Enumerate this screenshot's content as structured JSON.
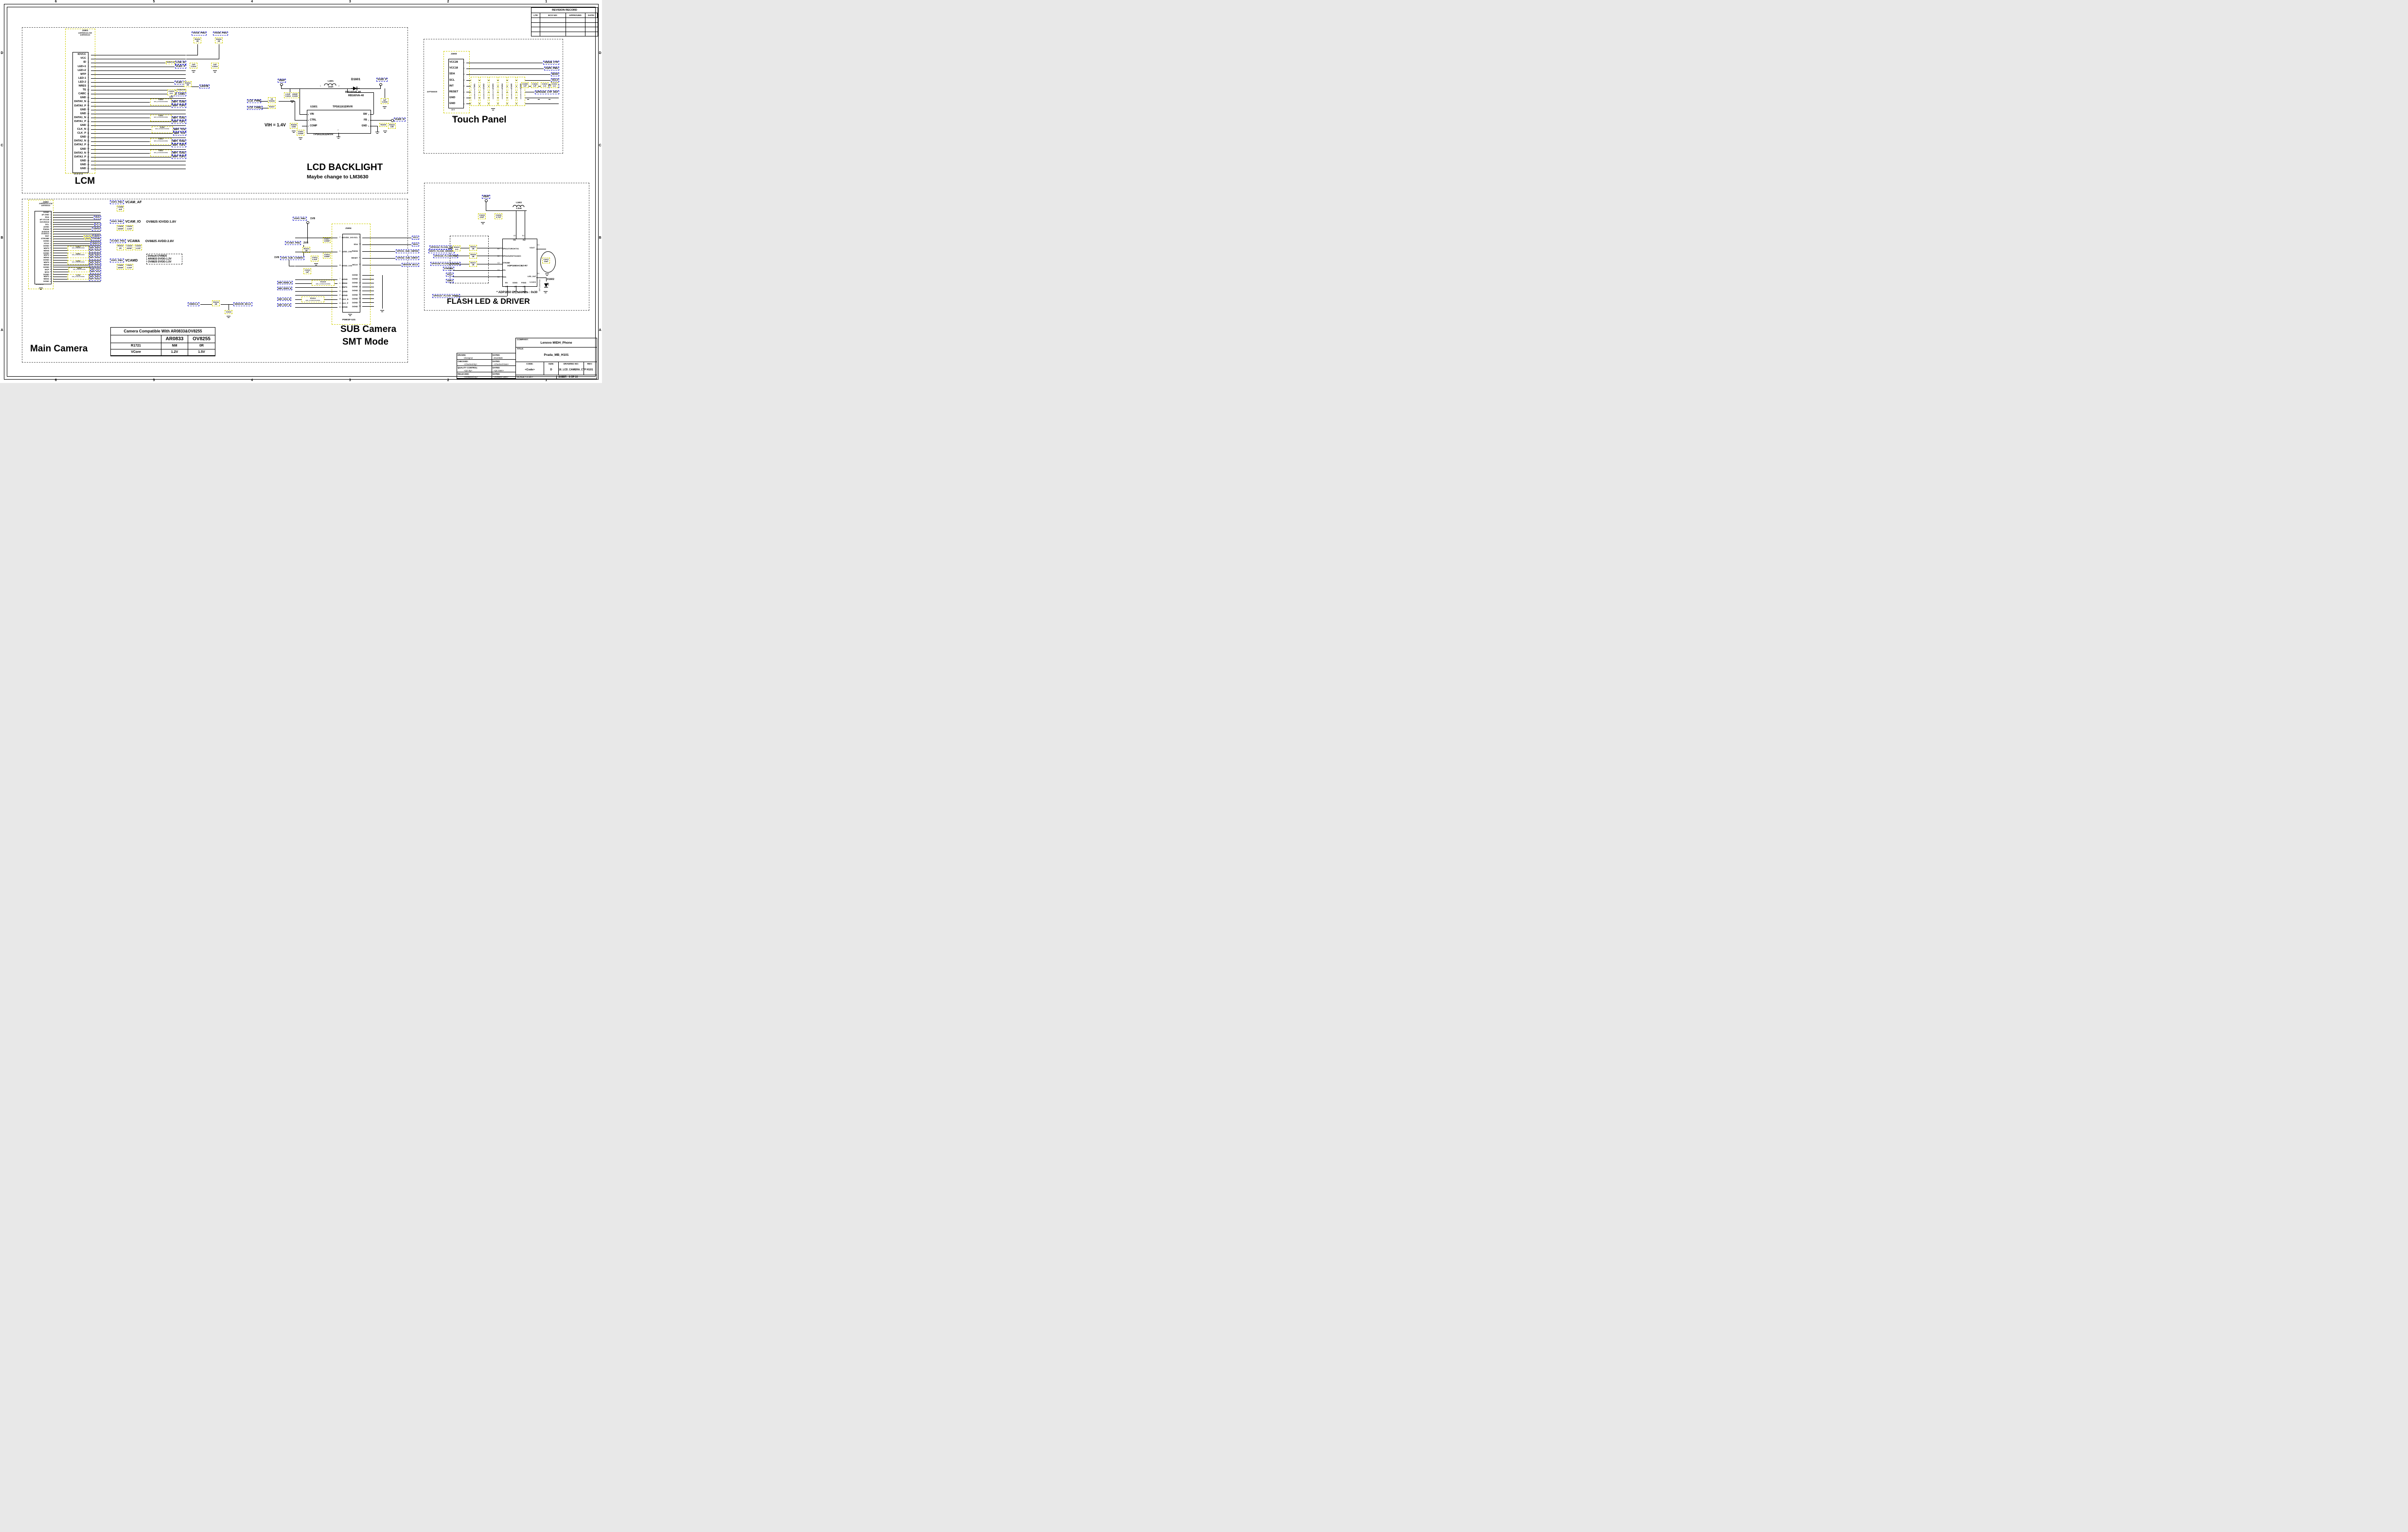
{
  "sheet": {
    "zones_top": [
      "6",
      "5",
      "4",
      "3",
      "2",
      "1"
    ],
    "zones_side": [
      "D",
      "C",
      "B",
      "A"
    ]
  },
  "revision": {
    "title": "REVISION RECORD",
    "columns": [
      "LTR",
      "ECO NO:",
      "APPROVED:",
      "DATE:"
    ],
    "empty_rows": [
      "",
      "",
      "",
      ""
    ]
  },
  "title_block": {
    "company_label": "COMPANY:",
    "company": "Lenovo MIDH_Phone",
    "title_label": "TITLE:",
    "title": "Prada_MB_H101",
    "rows": [
      {
        "label": "DRAWN:",
        "value": "Chenqm2",
        "dated_label": "DATED:",
        "date": "20120828"
      },
      {
        "label": "CHECKED:",
        "value": "<Checked By>",
        "dated_label": "DATED:",
        "date": "<Checked Date>"
      },
      {
        "label": "QUALITY CONTROL:",
        "value": "<QC By>",
        "dated_label": "DATED:",
        "date": "<QC Date>"
      },
      {
        "label": "RELEASED:",
        "value": "<Released By>",
        "dated_label": "DATED:",
        "date": "<Release Date>"
      }
    ],
    "code_label": "CODE:",
    "code": "<Code>",
    "size_label": "SIZE:",
    "size": "D",
    "drawing_label": "DRAWING NO:",
    "drawing": "16_LCD_CAMERA_CTP",
    "rev_label": "REV:",
    "rev": "H101",
    "scale_label": "SCALE:",
    "scale": "<Scale>",
    "sheet_label": "SHEET:",
    "sheet": "6 OF 10"
  },
  "lcm": {
    "title": "LCM",
    "ref": "J1601",
    "part": "AXE530124-CW",
    "part2": "AXE530124",
    "emi_part": "EMI_ACFE4A2G900E",
    "bottom_pins": "34 33 32 31",
    "pins": [
      {
        "n": "1",
        "name": "IOVCC"
      },
      {
        "n": "2",
        "name": "VCC"
      },
      {
        "n": "3",
        "name": "ID",
        "mid": "R1605 1K",
        "net": "LCM_ID"
      },
      {
        "n": "4",
        "name": "LED+1",
        "net": "VLED_P"
      },
      {
        "n": "5",
        "name": "LED+2"
      },
      {
        "n": "6",
        "name": "MTP"
      },
      {
        "n": "7",
        "name": "LED-1"
      },
      {
        "n": "8",
        "name": "LED-2",
        "net": "VLED_N"
      },
      {
        "n": "9",
        "name": "NRES"
      },
      {
        "n": "10",
        "name": "TE",
        "mid": "R1603 0R"
      },
      {
        "n": "11",
        "name": "CABC",
        "net": "LCD_CABC"
      },
      {
        "n": "12",
        "name": "GND"
      },
      {
        "n": "13",
        "name": "DATA0_N",
        "emi": "E1603",
        "net": "MIPI_TDN0"
      },
      {
        "n": "14",
        "name": "DATA0_P",
        "net": "MIPI_TDP0"
      },
      {
        "n": "15",
        "name": "GND"
      },
      {
        "n": "16",
        "name": "GND"
      },
      {
        "n": "17",
        "name": "DATA1_N",
        "emi": "E1601",
        "net": "MIPI_TDN1"
      },
      {
        "n": "18",
        "name": "DATA1_P",
        "net": "MIPI_TDP1"
      },
      {
        "n": "19",
        "name": "GND"
      },
      {
        "n": "20",
        "name": "CLK_N",
        "emi": "E1602",
        "net": "MIPI_TCN"
      },
      {
        "n": "21",
        "name": "CLK_P",
        "net": "MIPI_TCP"
      },
      {
        "n": "22",
        "name": "GND"
      },
      {
        "n": "23",
        "name": "DATA2_N",
        "emi": "E1610",
        "net": "MIPI_TDN2"
      },
      {
        "n": "24",
        "name": "DATA2_P",
        "net": "MIPI_TDP2"
      },
      {
        "n": "25",
        "name": "GND"
      },
      {
        "n": "26",
        "name": "DATA3_N",
        "emi": "E1611",
        "net": "MIPI_TDN3"
      },
      {
        "n": "27",
        "name": "DATA3_P",
        "net": "MIPI_TDP3"
      },
      {
        "n": "28",
        "name": "GND"
      },
      {
        "n": "29",
        "name": "GND"
      },
      {
        "n": "30",
        "name": "GND"
      }
    ],
    "vio18": "VIO18_PMU",
    "vio28": "VIO28_PMU",
    "r1602": "R1602",
    "r1602_val": "0R",
    "r1601": "R1601",
    "r1601_val": "0R",
    "c1601": "C1601",
    "c1601_val": "1UF",
    "c1602": "C1602",
    "c1602_val": "1UF",
    "c1603": "C1603",
    "c1603_val": "n.m",
    "r1604": "R1604",
    "r1604_val": "0R",
    "lrstb": "LRSTB"
  },
  "backlight": {
    "title": "LCD BACKLIGHT",
    "subtitle": "Maybe  change to LM3630",
    "vbat": "VBAT",
    "vled_p": "VLED_P",
    "vled_n": "VLED_N",
    "c1604": "C1604",
    "c1604_val": "2.2UF",
    "c1605": "C1605",
    "c1605_val": "100NF",
    "l1601": "L1601",
    "l1601_val": "22uH",
    "l1601_p1": "1",
    "l1601_p2": "2",
    "d1601": "D1601",
    "d1601_part": "RB160VA-40",
    "c1606": "C1606",
    "c1606_val": "1uF",
    "u1601": "U1601",
    "u1601_part": "TPS61161DRVR",
    "u1601_pad": "7",
    "pins_left": [
      {
        "num": "6",
        "name": "VIN"
      },
      {
        "num": "5",
        "name": "CTRL"
      },
      {
        "num": "2",
        "name": "COMP"
      }
    ],
    "pins_right": [
      {
        "name": "SW",
        "num": "4"
      },
      {
        "name": "FB",
        "num": "1"
      },
      {
        "name": "GND",
        "num": "3"
      }
    ],
    "lcd_pwm": "LCD_PWM",
    "lcd_cabc": "LCD_CABC",
    "r1606": "R1606",
    "r1606_val": "1K",
    "r1607": "R1607",
    "r1608": "R1608",
    "r1608_val": "100K",
    "vih": "VIH = 1.4V",
    "c1607": "C1607",
    "c1607_val": "220NF",
    "r1609": "R1609",
    "r1622": "R1622",
    "r1622_val": "10R"
  },
  "touch": {
    "title": "Touch Panel",
    "ref": "J1603",
    "part": "AYF530835",
    "bottom_pins": "10  9",
    "pins": [
      {
        "n": "1",
        "name": "VCC28",
        "net": "VDD28_CTP"
      },
      {
        "n": "2",
        "name": "VCC18",
        "net": "VGP6_PMU"
      },
      {
        "n": "3",
        "name": "SDA",
        "net": "SDA0"
      },
      {
        "n": "4",
        "name": "SCL",
        "net": "SCL0"
      },
      {
        "n": "5",
        "name": "INT",
        "net": "EINT5_CTP"
      },
      {
        "n": "6",
        "name": "RESET",
        "net": "GPIO140_CTP_RST"
      },
      {
        "n": "7",
        "name": "GND"
      },
      {
        "n": "8",
        "name": "GND"
      }
    ],
    "esd": [
      {
        "ref": "T1601",
        "part": "ESD9B5.0ST5G"
      },
      {
        "ref": "E1602",
        "part": "ESD9B5.0ST5G"
      },
      {
        "ref": "E1603",
        "part": "ESD9B5.0ST5G"
      },
      {
        "ref": "E1604",
        "part": "ESD9B5.0ST5G"
      },
      {
        "ref": "E1605",
        "part": "ESD9B5.0ST5G"
      },
      {
        "ref": "E1606",
        "part": "ESD9B5.0ST5G"
      }
    ],
    "caps": [
      {
        "ref": "C1609",
        "val": "1uF"
      },
      {
        "ref": "C1624",
        "val": "1uF"
      },
      {
        "ref": "C1610",
        "val": "n.m"
      },
      {
        "ref": "C1611",
        "val": "n.m"
      }
    ]
  },
  "flash": {
    "title": "FLASH LED & DRIVER",
    "note": "* ADP1650 I2C address :  0x30",
    "vbat": "VBAT",
    "c1623": "C1623",
    "c1623_val": "22UF",
    "c1625": "C1625",
    "c1625_val": "4.7UF",
    "l1602": "L1602",
    "l1602_val": "2.2uH",
    "u1602": "U1602",
    "u1602_part": "ADP1650ACBZ-R7",
    "pad_a3": "A3",
    "pad_b1": "B1",
    "pin_vin": "VIN",
    "pin_sw": "SW",
    "left_pins": [
      {
        "pad": "B3",
        "name": "GPIO1/TORCH/TX1"
      },
      {
        "pad": "B2",
        "name": "GPIO2/ILED/TX2/ADC"
      },
      {
        "pad": "C2",
        "name": "STROBE"
      },
      {
        "pad": "D3",
        "name": "SCL"
      },
      {
        "pad": "D2",
        "name": "SDA"
      }
    ],
    "pin_vout": "VOUT",
    "pad_c1": "C1",
    "pin_ledout": "LED_OUT",
    "pad_d1": "D1",
    "pin_en": "EN",
    "pad_c3": "C3",
    "pin_sgnd": "SGND",
    "pad_a2": "A2",
    "pin_pgnd": "PGND",
    "pad_a1": "A1",
    "inputs": [
      "GPIO134_FLASH_TX1",
      "EINT0_FLASH_DRIVER",
      "GPIO135_FLASH_TX2",
      "GPIO136_FLASH_STROBE",
      "STROBE",
      "SCL3",
      "SDA3",
      "GPIO137_FLASH_HWEN"
    ],
    "r1615": "R1615",
    "r1615_val": "n.m",
    "r1614": "R1614",
    "r1614_val": "0R",
    "r1616": "R1616",
    "r1616_val": "0R",
    "r1617": "R1617",
    "r1617_val": "0R",
    "c1627": "C1627",
    "c1627_val": "10uF",
    "d1602": "D1602",
    "d1602_part": "EHP-C04/NT01A"
  },
  "main_cam": {
    "title": "Main Camera",
    "ref": "J1602",
    "part": "AXE530124-CCW",
    "part2": "AXE530124",
    "emi_part": "EMI_ACFE4A2G900E",
    "bottom_pins": "34 33 32 31",
    "pins": [
      {
        "n": "1",
        "name": "DGND"
      },
      {
        "n": "2",
        "name": "AF-GND"
      },
      {
        "n": "3",
        "name": "SDA",
        "net": "SDA1"
      },
      {
        "n": "4",
        "name": "AF-VCC28"
      },
      {
        "n": "5",
        "name": "DOVDD18"
      },
      {
        "n": "6",
        "name": "SCL",
        "net": "SCL1"
      },
      {
        "n": "7",
        "name": "AGND"
      },
      {
        "n": "8",
        "name": "PWDN",
        "net": "CMPDN"
      },
      {
        "n": "9",
        "name": "AVDD28"
      },
      {
        "n": "10",
        "name": "DVDD12"
      },
      {
        "n": "11",
        "name": "RST",
        "mid": "R1613 0R",
        "net": "CMRST"
      },
      {
        "n": "12",
        "name": "STROBE",
        "mid": "R1611",
        "net": "STROBE"
      },
      {
        "n": "13",
        "name": "DGND"
      },
      {
        "n": "14",
        "name": "XCLK",
        "net": "CMMCLK"
      },
      {
        "n": "15",
        "name": "DGND"
      },
      {
        "n": "16",
        "name": "MDP3",
        "emi": "E1613",
        "net": "MIPI_RDP3"
      },
      {
        "n": "17",
        "name": "MDN3",
        "net": "MIPI_RDN3"
      },
      {
        "n": "18",
        "name": "DGND"
      },
      {
        "n": "19",
        "name": "MDP2",
        "emi": "E1612",
        "net": "MIPI_RDP2"
      },
      {
        "n": "20",
        "name": "MDN2",
        "net": "MIPI_RDN2"
      },
      {
        "n": "21",
        "name": "DGND"
      },
      {
        "n": "22",
        "name": "MDP0",
        "emi": "E1605",
        "net": "MIPI_RDP0"
      },
      {
        "n": "23",
        "name": "MDN0",
        "net": "MIPI_RDN0"
      },
      {
        "n": "24",
        "name": "DGND"
      },
      {
        "n": "25",
        "name": "MCP",
        "emi": "E1606",
        "net": "MIPI_RCP"
      },
      {
        "n": "26",
        "name": "MCN",
        "net": "MIPI_RCN"
      },
      {
        "n": "27",
        "name": "DGND"
      },
      {
        "n": "28",
        "name": "MDP1",
        "emi": "E1608",
        "net": "MIPI_RDP1"
      },
      {
        "n": "29",
        "name": "MDN1",
        "net": "MIPI_RDN1"
      },
      {
        "n": "30",
        "name": "DGND"
      }
    ],
    "rails": [
      {
        "net": "VGP3_PMU",
        "name": "VCAM_AF",
        "cap1_ref": "C1608",
        "cap1_val": "1UF"
      },
      {
        "net": "VGP2_PMU",
        "name": "VCAM_IO",
        "note": "OV8825 IOVDD:1.8V",
        "cap1_ref": "C1615",
        "cap1_val": "100NF",
        "cap2_ref": "C1616",
        "cap2_val": "2.2UF"
      },
      {
        "net": "VCAMA_PMU",
        "name": "VCAMA",
        "note": "OV8825 AVDD:2.8V",
        "res_ref": "R1612",
        "res_val": "0R",
        "cap1_ref": "C1618",
        "cap1_val": "100NF",
        "cap2_ref": "C1619",
        "cap2_val": "2.2UF"
      },
      {
        "net": "VGP1_PMU",
        "name": "VCAMD",
        "cap1_ref": "C1620",
        "cap1_val": "100NF",
        "cap2_ref": "C1621",
        "cap2_val": "2.2UF"
      }
    ],
    "default_note": [
      "Default:OV8825",
      "AR0833 DVDD:1.2V",
      "OV8825 DVDD:1.5V"
    ],
    "clk_from": "CMMCLK",
    "clk_res": "R1618",
    "clk_res_val": "0R",
    "clk_to": "SENSOR_MCLK",
    "clk_cap": "C1622"
  },
  "cam_table": {
    "title": "Camera Compatible With AR0833&OV8255",
    "col1": "AR0833",
    "col2": "OV8255",
    "rows": [
      {
        "label": "R1721",
        "v1": "NM",
        "v2": "0R"
      },
      {
        "label": "VCore",
        "v1": "1.2V",
        "v2": "1.5V"
      }
    ]
  },
  "sub_cam": {
    "title1": "SUB Camera",
    "title2": "SMT Mode",
    "ref": "J1604",
    "part": "P0M03F-0JG",
    "left_power": [
      {
        "n": "2",
        "name": "DOVDD_2V8"
      },
      {
        "n": "5",
        "name": "AVDD_2V8"
      },
      {
        "n": "15",
        "name": "DVDD_1V8"
      }
    ],
    "left_sig": [
      {
        "n": "7",
        "name": "DGND"
      },
      {
        "n": "8",
        "name": "MDN0"
      },
      {
        "n": "9",
        "name": "MDP0"
      },
      {
        "n": "10",
        "name": "AGND"
      },
      {
        "n": "17",
        "name": "DGND"
      },
      {
        "n": "18",
        "name": "CLK_N"
      },
      {
        "n": "19",
        "name": "CLK_P"
      },
      {
        "n": "20",
        "name": "DGND"
      }
    ],
    "right_top": [
      {
        "n": "11",
        "name": "SCL",
        "net": "SCL1"
      },
      {
        "n": "16",
        "name": "SDA",
        "net": "SDA1"
      },
      {
        "n": "1",
        "name": "PWDN",
        "net": "GPIO31_SUB_CMPDN"
      },
      {
        "n": "6",
        "name": "RESET",
        "net": "GPIO32_SUB_CMRST"
      },
      {
        "n": "22",
        "name": "MCLK",
        "net": "SENSOR_MCLK"
      }
    ],
    "right_gnd": [
      {
        "n": "3",
        "name": "DGND"
      },
      {
        "n": "4",
        "name": "DGND"
      },
      {
        "n": "12",
        "name": "DGND"
      },
      {
        "n": "13",
        "name": "DGND"
      },
      {
        "n": "14",
        "name": "DGND"
      },
      {
        "n": "21",
        "name": "DGND"
      },
      {
        "n": "23",
        "name": "DGND"
      },
      {
        "n": "24",
        "name": "DGND"
      },
      {
        "n": "25",
        "name": "DGND"
      }
    ],
    "p_vgp2": "VGP2_PMU",
    "v_vgp2": "1V8",
    "p_vcama": "VCAMA_PMU",
    "v_vcama": "2V8",
    "p_vgp5": "VGP5_SUB_CAMERA",
    "v_vgp5": "1V8",
    "r1610": "R1610",
    "r1610_val": "0R",
    "caps": [
      {
        "ref": "C1617",
        "val": "100NF"
      },
      {
        "ref": "C1612",
        "val": "2.2UF"
      },
      {
        "ref": "C1614",
        "val": "100NF"
      },
      {
        "ref": "C1613",
        "val": "1uF"
      }
    ],
    "emi1_ref": "E1615",
    "emi1_part": "EMI_ACFE4A2G900E",
    "emi1_a": "MIPI_RDN0_B",
    "emi1_b": "MIPI_RDP0_B",
    "emi2_ref": "E1614",
    "emi2_part": "EMI_ACFE4A2G900E",
    "emi2_a": "MIPI_RCN_B",
    "emi2_b": "MIPI_RCP_B"
  }
}
